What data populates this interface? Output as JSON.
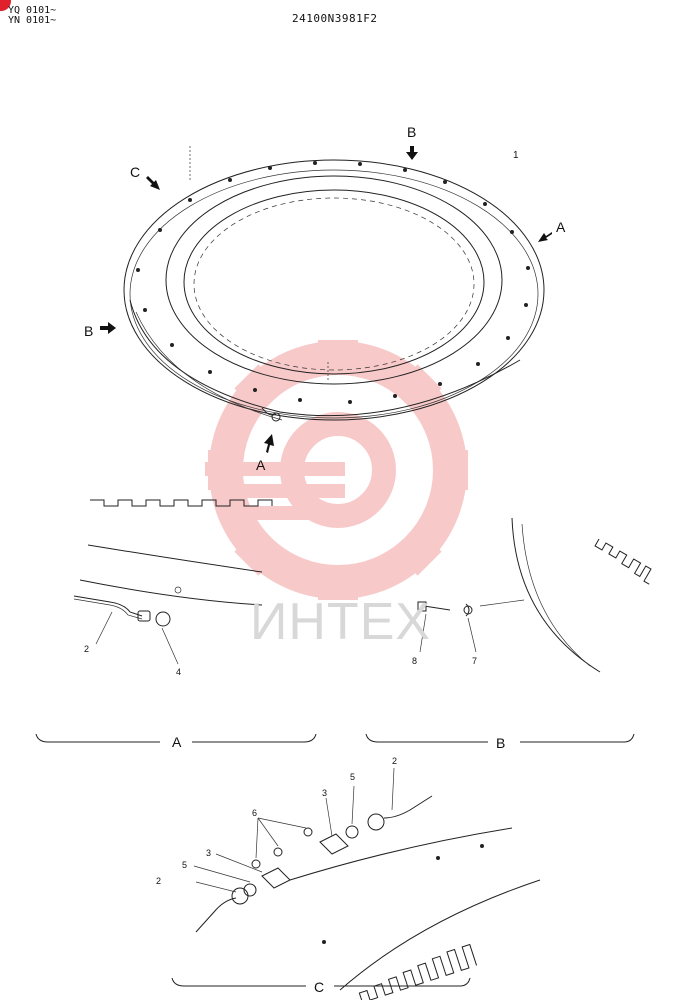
{
  "header": {
    "serial_line_1": "YQ 0101~",
    "serial_line_2": "YN 0101~",
    "drawing_number": "24100N3981F2"
  },
  "views": {
    "a": "A",
    "b": "B",
    "c": "C"
  },
  "arrows": {
    "a_right": "A",
    "a_bottom": "A",
    "b_top": "B",
    "b_left": "B",
    "c_top": "C"
  },
  "callouts": {
    "ring": "1",
    "pipe_a": "2",
    "elbow_a": "4",
    "bolt_b": "8",
    "washer_b": "7",
    "pipe_c_top": "2",
    "fitting_c_top": "5",
    "nipple_c_top": "3",
    "plug_c": "6",
    "nipple_c_bottom": "3",
    "fitting_c_bottom": "5",
    "pipe_c_bottom": "2"
  },
  "watermark": {
    "text": "ИНТЕХ"
  }
}
